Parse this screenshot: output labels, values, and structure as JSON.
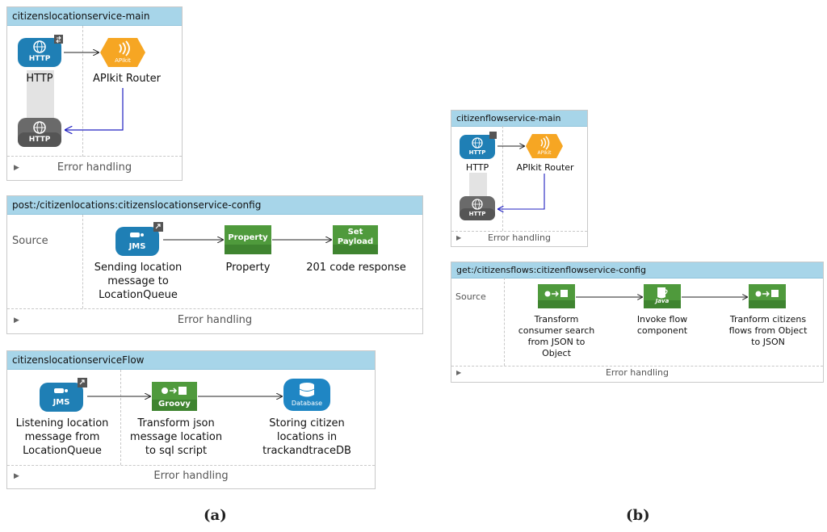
{
  "error_handling": "Error handling",
  "source_label": "Source",
  "panel_a": {
    "caption_open": "(",
    "caption_letter": "a",
    "caption_close": ")",
    "main": {
      "title": "citizenslocationservice-main",
      "http_label": "HTTP",
      "router_label": "APIkit Router",
      "http_icon_text": "HTTP",
      "apikit_icon_text": "APIkit"
    },
    "post": {
      "title": "post:/citizenlocations:citizenslocationservice-config",
      "jms_label": "Sending location\nmessage to\nLocationQueue",
      "jms_icon_text": "JMS",
      "property_label": "Property",
      "property_icon_text": "Property",
      "payload_label": "201 code response",
      "payload_icon_line1": "Set",
      "payload_icon_line2": "Payload"
    },
    "flow": {
      "title": "citizenslocationserviceFlow",
      "jms_label": "Listening location\nmessage from\nLocationQueue",
      "jms_icon_text": "JMS",
      "groovy_label": "Transform json\nmessage location\nto sql script",
      "groovy_icon_text": "Groovy",
      "db_label": "Storing citizen\nlocations in\ntrackandtraceDB",
      "db_icon_text": "Database"
    }
  },
  "panel_b": {
    "caption_open": "(",
    "caption_letter": "b",
    "caption_close": ")",
    "main": {
      "title": "citizenflowservice-main",
      "http_label": "HTTP",
      "router_label": "APIkit Router",
      "http_icon_text": "HTTP",
      "apikit_icon_text": "APIkit"
    },
    "get": {
      "title": "get:/citizensflows:citizenflowservice-config",
      "t1_label": "Transform\nconsumer search\nfrom JSON to\nObject",
      "java_label": "Invoke flow\ncomponent",
      "java_icon_text": "Java",
      "t2_label": "Tranform citizens\nflows from Object\nto JSON"
    }
  },
  "colors": {
    "header": "#a7d5e9",
    "http": "#1f7fb5",
    "apikit": "#f6a623",
    "green": "#4f9a3c",
    "db": "#1f86c4",
    "return_wire": "#2020c0"
  }
}
